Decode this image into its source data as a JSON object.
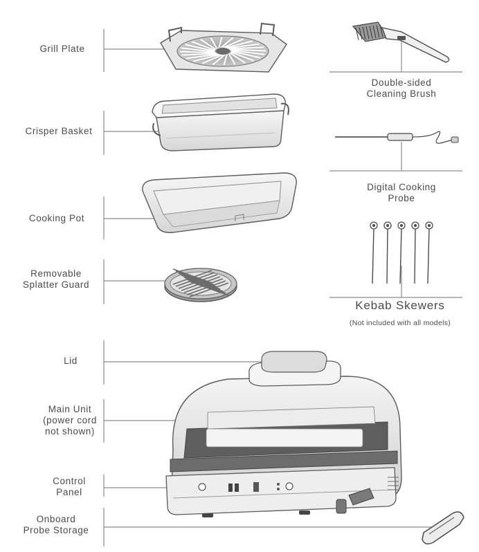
{
  "parts": {
    "grill_plate": "Grill Plate",
    "crisper_basket": "Crisper Basket",
    "cooking_pot": "Cooking Pot",
    "splatter_guard": "Removable\nSplatter Guard",
    "lid": "Lid",
    "main_unit": "Main Unit\n(power cord\nnot shown)",
    "control_panel": "Control\nPanel",
    "probe_storage": "Onboard\nProbe Storage"
  },
  "accessories": {
    "brush": "Double-sided\nCleaning Brush",
    "probe": "Digital Cooking\nProbe",
    "skewers": "Kebab Skewers",
    "skewers_note": "(Not included with all models)"
  },
  "colors": {
    "line": "#8a8a8a",
    "stroke": "#5a5a5a",
    "fill_light": "#f2f2f2",
    "fill_mid": "#d9d9d9",
    "fill_dark": "#7a7a7a"
  }
}
